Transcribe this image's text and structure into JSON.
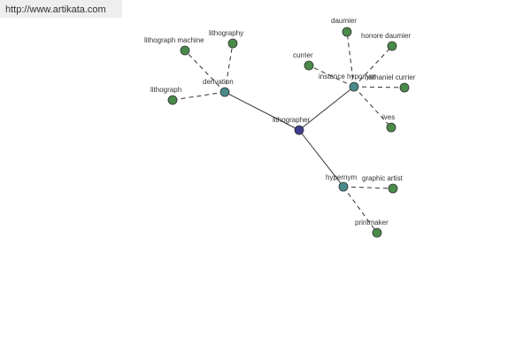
{
  "source_url": "http://www.artikata.com",
  "colors": {
    "root": "#3d3d8f",
    "relation": "#4a8a8a",
    "leaf": "#4a8a4a"
  },
  "graph": {
    "nodes": [
      {
        "id": "lithographer",
        "label": "lithographer",
        "kind": "root"
      },
      {
        "id": "derivation",
        "label": "derivation",
        "kind": "relation"
      },
      {
        "id": "instance_hyponym",
        "label": "instance hyponym",
        "kind": "relation"
      },
      {
        "id": "hypernym",
        "label": "hypernym",
        "kind": "relation"
      },
      {
        "id": "lithograph_machine",
        "label": "lithograph machine",
        "kind": "leaf"
      },
      {
        "id": "lithography",
        "label": "lithography",
        "kind": "leaf"
      },
      {
        "id": "lithograph",
        "label": "lithograph",
        "kind": "leaf"
      },
      {
        "id": "daumier",
        "label": "daumier",
        "kind": "leaf"
      },
      {
        "id": "honore_daumier",
        "label": "honore daumier",
        "kind": "leaf"
      },
      {
        "id": "currier",
        "label": "currier",
        "kind": "leaf"
      },
      {
        "id": "nathaniel_currier",
        "label": "nathaniel currier",
        "kind": "leaf"
      },
      {
        "id": "ives",
        "label": "ives",
        "kind": "leaf"
      },
      {
        "id": "graphic_artist",
        "label": "graphic artist",
        "kind": "leaf"
      },
      {
        "id": "printmaker",
        "label": "printmaker",
        "kind": "leaf"
      }
    ],
    "edges": [
      {
        "from": "lithographer",
        "to": "derivation",
        "style": "solid"
      },
      {
        "from": "lithographer",
        "to": "instance_hyponym",
        "style": "solid"
      },
      {
        "from": "lithographer",
        "to": "hypernym",
        "style": "solid"
      },
      {
        "from": "derivation",
        "to": "lithograph_machine",
        "style": "dashed"
      },
      {
        "from": "derivation",
        "to": "lithography",
        "style": "dashed"
      },
      {
        "from": "derivation",
        "to": "lithograph",
        "style": "dashed"
      },
      {
        "from": "instance_hyponym",
        "to": "daumier",
        "style": "dashed"
      },
      {
        "from": "instance_hyponym",
        "to": "honore_daumier",
        "style": "dashed"
      },
      {
        "from": "instance_hyponym",
        "to": "currier",
        "style": "dashed"
      },
      {
        "from": "instance_hyponym",
        "to": "nathaniel_currier",
        "style": "dashed"
      },
      {
        "from": "instance_hyponym",
        "to": "ives",
        "style": "dashed"
      },
      {
        "from": "hypernym",
        "to": "graphic_artist",
        "style": "dashed"
      },
      {
        "from": "hypernym",
        "to": "printmaker",
        "style": "dashed"
      }
    ]
  }
}
